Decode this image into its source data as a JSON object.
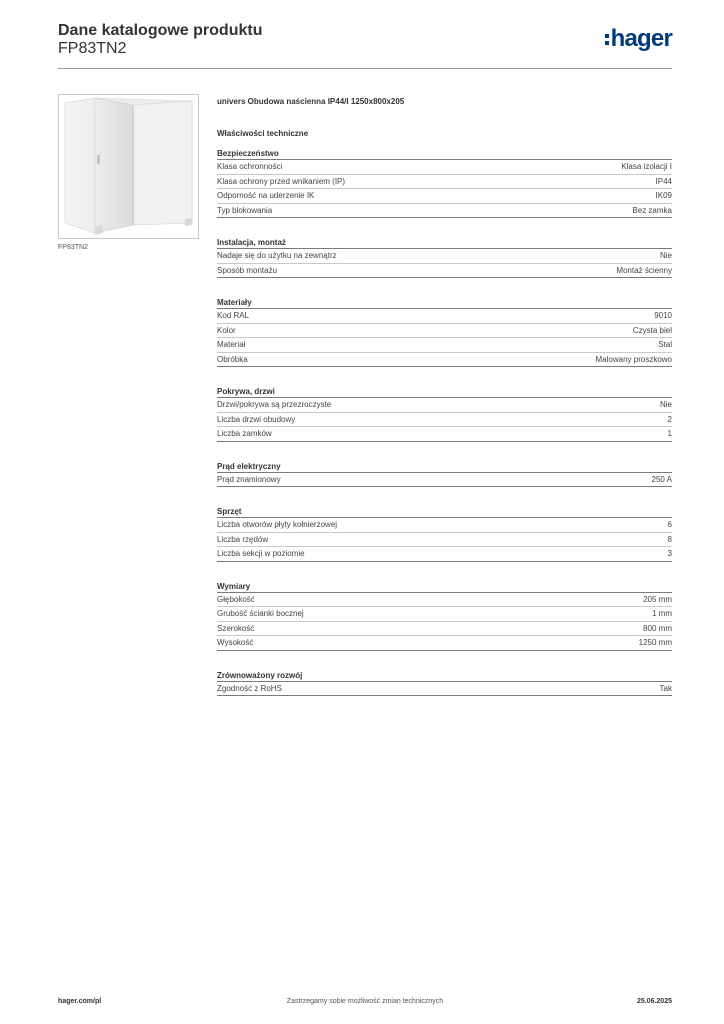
{
  "header": {
    "title": "Dane katalogowe produktu",
    "code": "FP83TN2",
    "logo": "hager"
  },
  "image": {
    "caption": "FP83TN2"
  },
  "product": {
    "description": "univers Obudowa naścienna IP44/I 1250x800x205",
    "section": "Właściwości techniczne"
  },
  "groups": [
    {
      "title": "Bezpieczeństwo",
      "rows": [
        [
          "Klasa ochronności",
          "Klasa izolacji I"
        ],
        [
          "Klasa ochrony przed wnikaniem (IP)",
          "IP44"
        ],
        [
          "Odporność na uderzenie IK",
          "IK09"
        ],
        [
          "Typ blokowania",
          "Bez zamka"
        ]
      ]
    },
    {
      "title": "Instalacja, montaż",
      "rows": [
        [
          "Nadaje się do użytku na zewnątrz",
          "Nie"
        ],
        [
          "Sposób montażu",
          "Montaż ścienny"
        ]
      ]
    },
    {
      "title": "Materiały",
      "rows": [
        [
          "Kod RAL",
          "9010"
        ],
        [
          "Kolor",
          "Czysta biel"
        ],
        [
          "Materiał",
          "Stal"
        ],
        [
          "Obróbka",
          "Malowany proszkowo"
        ]
      ]
    },
    {
      "title": "Pokrywa, drzwi",
      "rows": [
        [
          "Drzwi/pokrywa są przezroczyste",
          "Nie"
        ],
        [
          "Liczba drzwi obudowy",
          "2"
        ],
        [
          "Liczba zamków",
          "1"
        ]
      ]
    },
    {
      "title": "Prąd elektryczny",
      "rows": [
        [
          "Prąd znamionowy",
          "250 A"
        ]
      ]
    },
    {
      "title": "Sprzęt",
      "rows": [
        [
          "Liczba otworów płyty kołnierzowej",
          "6"
        ],
        [
          "Liczba rzędów",
          "8"
        ],
        [
          "Liczba sekcji w poziomie",
          "3"
        ]
      ]
    },
    {
      "title": "Wymiary",
      "rows": [
        [
          "Głębokość",
          "205 mm"
        ],
        [
          "Grubość ścianki bocznej",
          "1 mm"
        ],
        [
          "Szerokość",
          "800 mm"
        ],
        [
          "Wysokość",
          "1250 mm"
        ]
      ]
    },
    {
      "title": "Zrównoważony rozwój",
      "rows": [
        [
          "Zgodność z RoHS",
          "Tak"
        ]
      ]
    }
  ],
  "footer": {
    "left": "hager.com/pl",
    "center": "Zastrzegamy sobie możliwość zmian technicznych",
    "right": "25.06.2025"
  },
  "colors": {
    "brand": "#003b7a",
    "rule": "#7a7a7a"
  }
}
